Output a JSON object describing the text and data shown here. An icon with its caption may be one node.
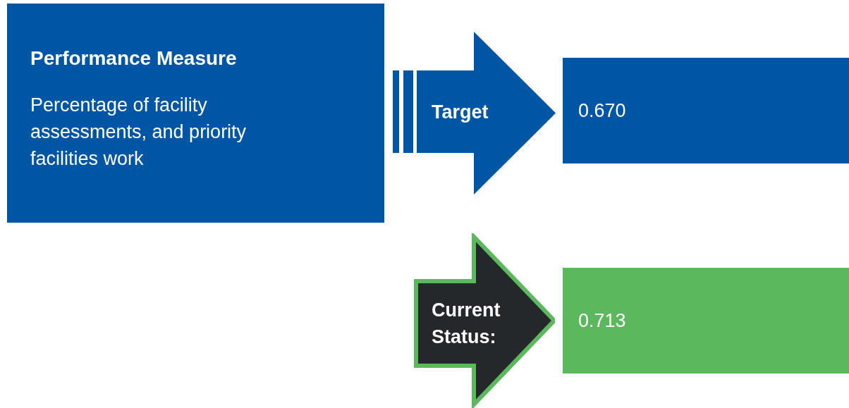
{
  "diagram": {
    "nodes": [
      {
        "text": [
          "Performance Measure",
          "Percentage of facility assessments, and priority facilities work"
        ]
      },
      {
        "text": [
          "Target"
        ]
      },
      {
        "text": [
          "0.670"
        ]
      },
      {
        "text": [
          "Current Status:"
        ]
      },
      {
        "text": [
          "0.713"
        ]
      }
    ],
    "edges": [
      {
        "from": null,
        "to": 2,
        "arrow": "to"
      },
      {
        "from": null,
        "to": 4,
        "arrow": "to"
      }
    ]
  }
}
